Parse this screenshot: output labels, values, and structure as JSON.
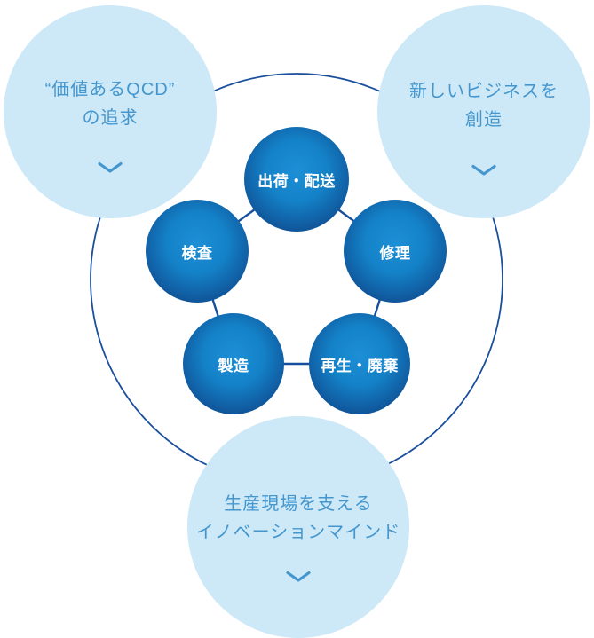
{
  "diagram": {
    "outer_nodes": [
      {
        "id": "qcd",
        "line1": "“価値あるQCD”",
        "line2": "の追求"
      },
      {
        "id": "new-business",
        "line1": "新しいビジネスを",
        "line2": "創造"
      },
      {
        "id": "innovation-mind",
        "line1": "生産現場を支える",
        "line2": "イノベーションマインド"
      }
    ],
    "process_nodes": [
      {
        "id": "shipping",
        "label": "出荷・配送"
      },
      {
        "id": "inspection",
        "label": "検査"
      },
      {
        "id": "repair",
        "label": "修理"
      },
      {
        "id": "manufacturing",
        "label": "製造"
      },
      {
        "id": "recycle-disposal",
        "label": "再生・廃棄"
      }
    ],
    "icons": {
      "outer_node_icon": "chevron-down"
    }
  },
  "colors": {
    "background": "#ffffff",
    "light_circle_fill": "#cde9f8",
    "light_circle_text": "#4596cd",
    "ring_stroke": "#1a4f9d",
    "connector_stroke": "#164f9e",
    "dark_circle_center": "#1482c8",
    "dark_circle_edge": "#0e3a7e",
    "process_label_text": "#ffffff"
  }
}
